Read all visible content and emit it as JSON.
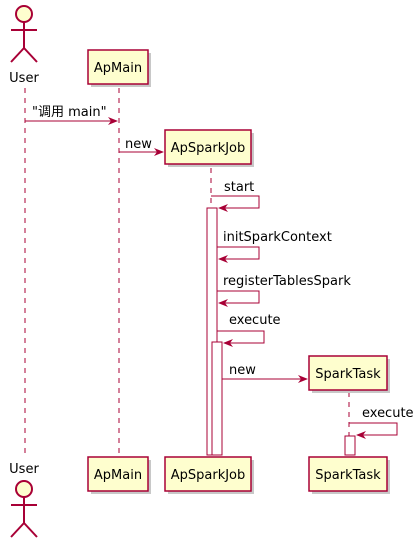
{
  "actor": {
    "name": "User"
  },
  "participants": [
    {
      "id": "apmain",
      "name": "ApMain"
    },
    {
      "id": "apsparkjob",
      "name": "ApSparkJob"
    },
    {
      "id": "sparktask",
      "name": "SparkTask"
    }
  ],
  "messages": [
    {
      "from": "User",
      "to": "ApMain",
      "text": "\"调用 main\""
    },
    {
      "from": "ApMain",
      "to": "ApSparkJob",
      "text": "new"
    },
    {
      "from": "ApSparkJob",
      "to": "ApSparkJob",
      "text": "start"
    },
    {
      "from": "ApSparkJob",
      "to": "ApSparkJob",
      "text": "initSparkContext"
    },
    {
      "from": "ApSparkJob",
      "to": "ApSparkJob",
      "text": "registerTablesSpark"
    },
    {
      "from": "ApSparkJob",
      "to": "ApSparkJob",
      "text": "execute"
    },
    {
      "from": "ApSparkJob",
      "to": "SparkTask",
      "text": "new"
    },
    {
      "from": "SparkTask",
      "to": "SparkTask",
      "text": "execute"
    }
  ],
  "colors": {
    "participant_fill": "#FEFECE",
    "border": "#A80036",
    "shadow": "#c8c8c8"
  }
}
